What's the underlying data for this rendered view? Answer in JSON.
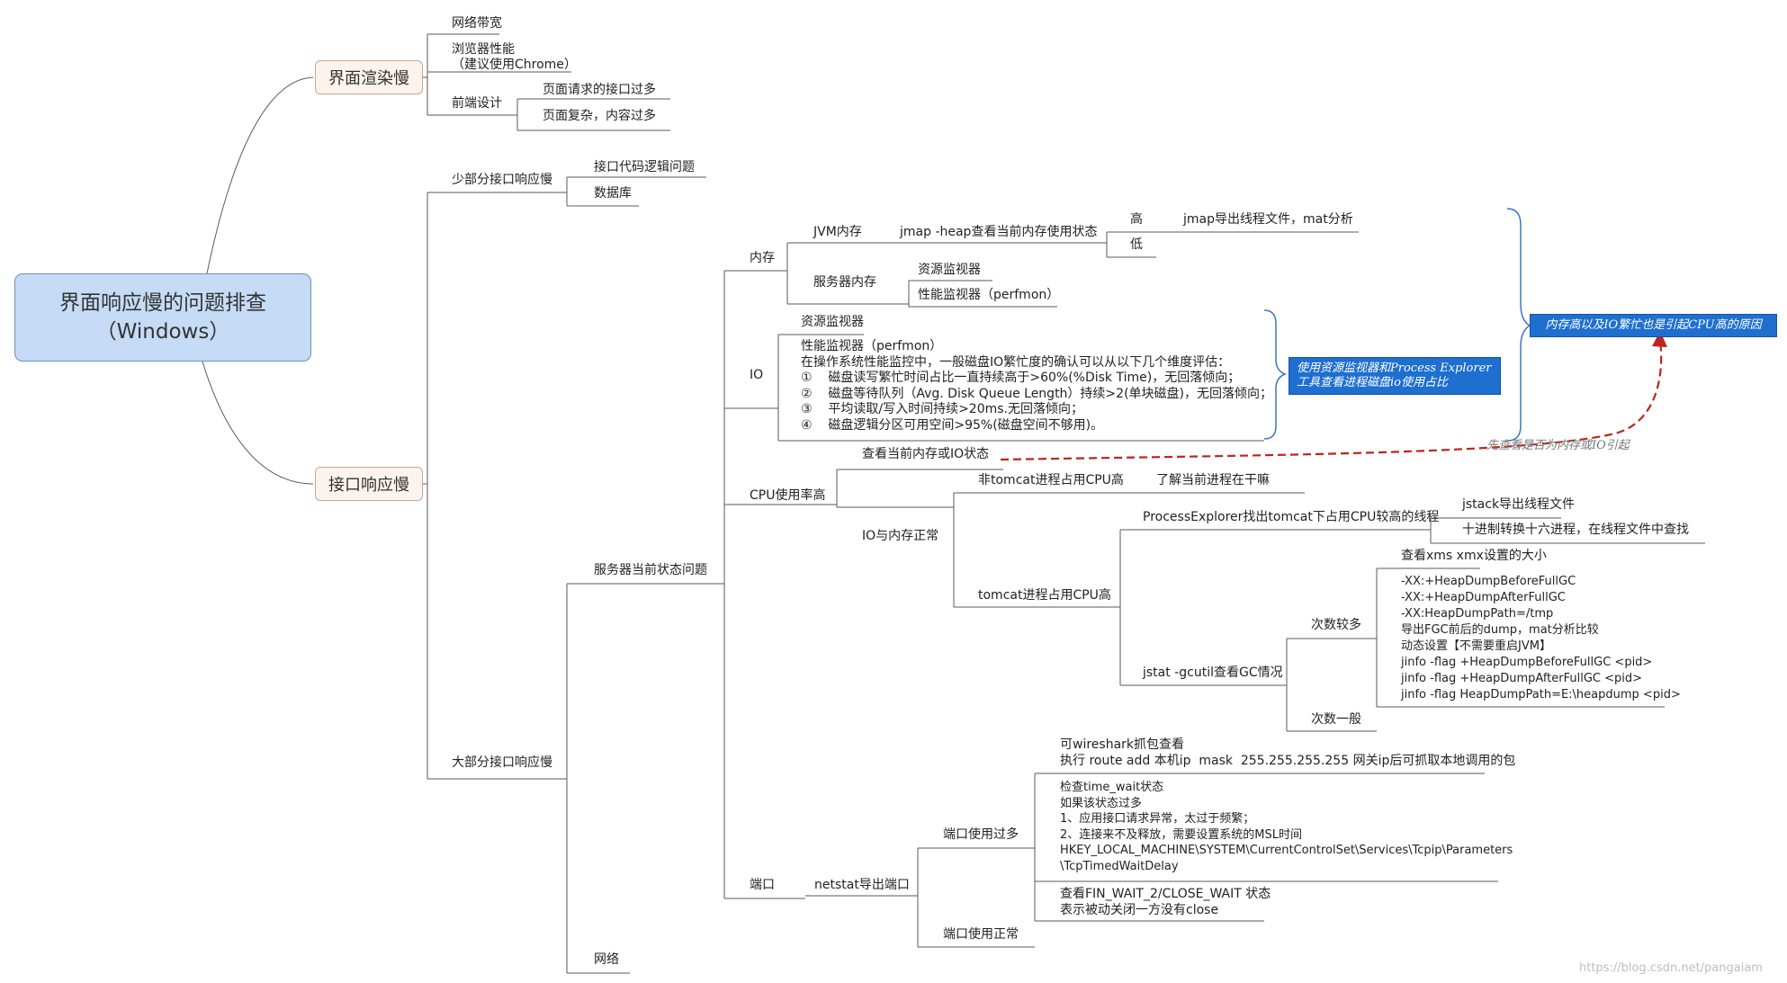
{
  "root": {
    "line1": "界面响应慢的问题排查",
    "line2": "（Windows）"
  },
  "render_slow": {
    "label": "界面渲染慢",
    "network_bandwidth": "网络带宽",
    "browser_perf_1": "浏览器性能",
    "browser_perf_2": "（建议使用Chrome）",
    "frontend_design": "前端设计",
    "too_many_requests": "页面请求的接口过多",
    "page_complex": "页面复杂，内容过多"
  },
  "api_slow": {
    "label": "接口响应慢",
    "few": {
      "label": "少部分接口响应慢",
      "code_logic": "接口代码逻辑问题",
      "database": "数据库"
    },
    "most": {
      "label": "大部分接口响应慢",
      "server_status": "服务器当前状态问题",
      "network": "网络",
      "memory": {
        "label": "内存",
        "jvm": "JVM内存",
        "jmap": "jmap -heap查看当前内存使用状态",
        "high": "高",
        "high_action": "jmap导出线程文件，mat分析",
        "low": "低",
        "server_memory": "服务器内存",
        "resource_monitor": "资源监视器",
        "perf_monitor": "性能监视器（perfmon）"
      },
      "io": {
        "label": "IO",
        "resource_monitor": "资源监视器",
        "perf_text": "性能监视器（perfmon）\n在操作系统性能监控中，一般磁盘IO繁忙度的确认可以从以下几个维度评估：\n①    磁盘读写繁忙时间占比一直持续高于>60%(%Disk Time)，无回落倾向；\n②    磁盘等待队列（Avg. Disk Queue Length）持续>2(单块磁盘)，无回落倾向；\n③    平均读取/写入时间持续>20ms.无回落倾向；\n④    磁盘逻辑分区可用空间>95%(磁盘空间不够用)。"
      },
      "cpu": {
        "label": "CPU使用率高",
        "check_mem_io": "查看当前内存或IO状态",
        "io_mem_normal": "IO与内存正常",
        "non_tomcat": "非tomcat进程占用CPU高",
        "understand": "了解当前进程在干嘛",
        "tomcat_high": "tomcat进程占用CPU高",
        "process_explorer": "ProcessExplorer找出tomcat下占用CPU较高的线程",
        "jstack": "jstack导出线程文件",
        "hex": "十进制转换十六进程，在线程文件中查找",
        "jstat": "jstat -gcutil查看GC情况",
        "many": "次数较多",
        "general": "次数一般",
        "xms": "查看xms  xmx设置的大小",
        "dump_text": "-XX:+HeapDumpBeforeFullGC\n-XX:+HeapDumpAfterFullGC\n-XX:HeapDumpPath=/tmp\n导出FGC前后的dump，mat分析比较\n动态设置【不需要重启JVM】\njinfo -flag +HeapDumpBeforeFullGC <pid>\njinfo -flag +HeapDumpAfterFullGC <pid>\njinfo -flag HeapDumpPath=E:\\heapdump <pid>"
      },
      "port": {
        "label": "端口",
        "netstat": "netstat导出端口",
        "wireshark_text": "可wireshark抓包查看\n执行 route add 本机ip  mask  255.255.255.255 网关ip后可抓取本地调用的包",
        "too_many": "端口使用过多",
        "normal": "端口使用正常",
        "time_wait_text": "检查time_wait状态\n如果该状态过多\n1、应用接口请求异常，太过于频繁；\n2、连接来不及释放，需要设置系统的MSL时间\nHKEY_LOCAL_MACHINE\\SYSTEM\\CurrentControlSet\\Services\\Tcpip\\Parameters\n\\TcpTimedWaitDelay",
        "fin_wait_text": "查看FIN_WAIT_2/CLOSE_WAIT 状态\n表示被动关闭一方没有close"
      }
    }
  },
  "callouts": {
    "io_tools": "使用资源监视器和Process Explorer\n工具查看进程磁盘io使用占比",
    "cause": "内存高以及IO繁忙也是引起CPU高的原因",
    "first_check": "先查看是否为内存或IO引起"
  },
  "colors": {
    "root_fill": "#c6dbf5",
    "branch_fill": "#fcf3ec",
    "callout_fill": "#1f6fd0",
    "line": "#5a5a5a",
    "arrow": "#c0231b",
    "brace": "#3a76c4"
  },
  "watermark": "https://blog.csdn.net/pangaiam"
}
